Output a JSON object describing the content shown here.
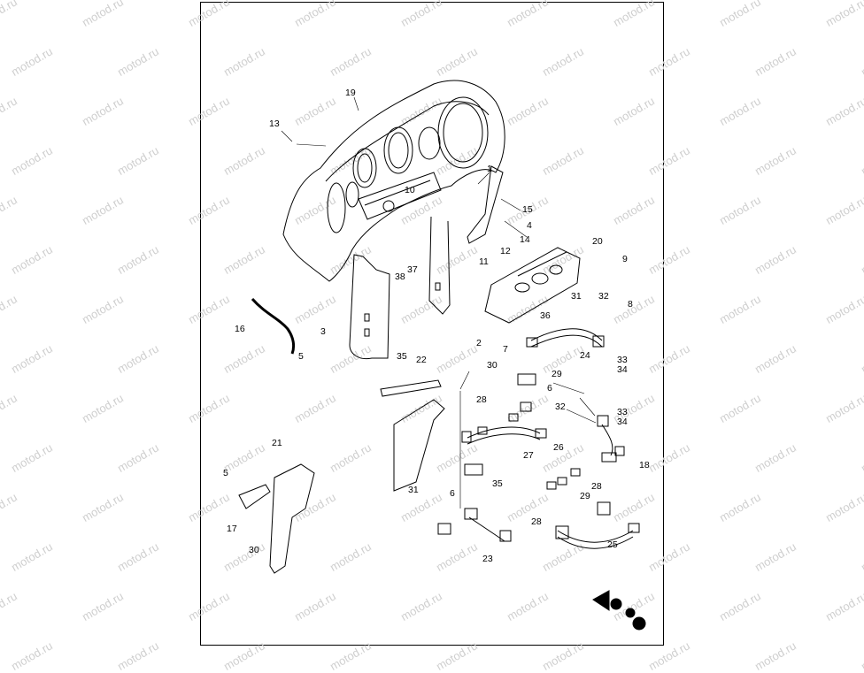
{
  "watermark": "motod.ru",
  "callouts": [
    "19",
    "13",
    "1",
    "10",
    "15",
    "4",
    "14",
    "12",
    "11",
    "20",
    "9",
    "38",
    "37",
    "8",
    "31",
    "32",
    "36",
    "16",
    "3",
    "2",
    "7",
    "24",
    "33",
    "34",
    "5",
    "35",
    "22",
    "30",
    "29",
    "6",
    "28",
    "32",
    "33",
    "34",
    "26",
    "27",
    "18",
    "31",
    "6",
    "28",
    "29",
    "35",
    "5",
    "21",
    "17",
    "30",
    "28",
    "23",
    "25"
  ]
}
